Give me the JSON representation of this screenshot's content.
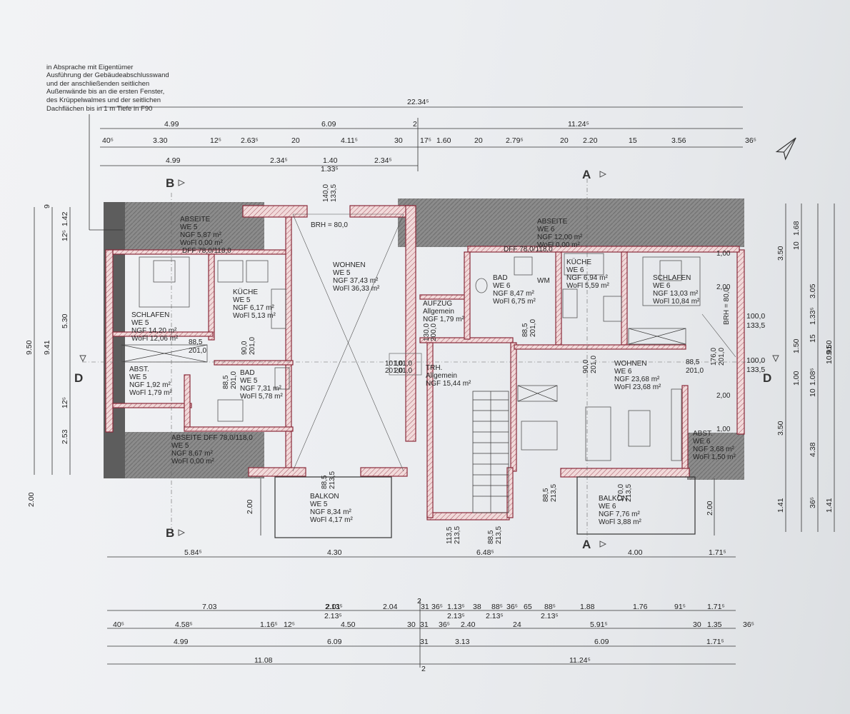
{
  "note_lines": [
    "in Absprache mit Eigentümer",
    "Ausführung der Gebäudeabschlusswand",
    "und der anschließenden seitlichen",
    "Außenwände bis an die ersten Fenster,",
    "des Krüppelwalmes und der seitlichen",
    "Dachflächen bis in 1 m Tiefe in F90"
  ],
  "section_markers": {
    "a_top": "A",
    "a_bottom": "A",
    "b_top": "B",
    "b_bottom": "B",
    "d_left": "D",
    "d_right": "D"
  },
  "dims_top": {
    "row1": [
      {
        "t": "22.34⁵"
      }
    ],
    "row2": [
      {
        "t": "4.99"
      },
      {
        "t": "6.09"
      },
      {
        "t": "11.24⁵"
      }
    ],
    "row3": [
      {
        "t": "40⁵"
      },
      {
        "t": "3.30"
      },
      {
        "t": "12⁵"
      },
      {
        "t": "2.63⁵"
      },
      {
        "t": "20"
      },
      {
        "t": "4.11⁵"
      },
      {
        "t": "30"
      },
      {
        "t": "17⁵"
      },
      {
        "t": "1.60"
      },
      {
        "t": "20"
      },
      {
        "t": "2.79⁵"
      },
      {
        "t": "20"
      },
      {
        "t": "2.20"
      },
      {
        "t": "15"
      },
      {
        "t": "3.56"
      },
      {
        "t": "36⁵"
      }
    ],
    "row4": [
      {
        "t": "4.99"
      },
      {
        "t": "2.34⁵"
      },
      {
        "t": "1.40"
      },
      {
        "t": "2.34⁵"
      },
      {
        "t": "1.33⁵"
      }
    ],
    "mid_axis": "2"
  },
  "dims_bottom": {
    "row0": [
      {
        "t": "5.84⁵"
      },
      {
        "t": "4.30"
      },
      {
        "t": "6.48⁵"
      },
      {
        "t": "4.00"
      },
      {
        "t": "1.71⁵"
      }
    ],
    "row1": [
      {
        "t": "7.03"
      },
      {
        "t": "2.01"
      },
      {
        "t": "2.13⁵"
      },
      {
        "t": "2.04"
      },
      {
        "t": "31"
      },
      {
        "t": "36⁵"
      },
      {
        "t": "1.13⁵"
      },
      {
        "t": "38"
      },
      {
        "t": "88⁵"
      },
      {
        "t": "36⁵"
      },
      {
        "t": "65"
      },
      {
        "t": "88⁵"
      },
      {
        "t": "1.88"
      },
      {
        "t": "1.76"
      },
      {
        "t": "91⁵"
      },
      {
        "t": "1.71⁵"
      }
    ],
    "row1b": [
      {
        "t": "2.13⁵"
      },
      {
        "t": "2.13⁵"
      },
      {
        "t": "2.13⁵"
      },
      {
        "t": "2.13⁵"
      }
    ],
    "row2": [
      {
        "t": "40⁵"
      },
      {
        "t": "4.58⁵"
      },
      {
        "t": "1.16⁵"
      },
      {
        "t": "12⁵"
      },
      {
        "t": "4.50"
      },
      {
        "t": "30"
      },
      {
        "t": "31"
      },
      {
        "t": "36⁵"
      },
      {
        "t": "2.40"
      },
      {
        "t": "24"
      },
      {
        "t": "5.91⁵"
      },
      {
        "t": "30"
      },
      {
        "t": "1.35"
      },
      {
        "t": "36⁵"
      }
    ],
    "row3": [
      {
        "t": "4.99"
      },
      {
        "t": "6.09"
      },
      {
        "t": "31"
      },
      {
        "t": "3.13"
      },
      {
        "t": "6.09"
      },
      {
        "t": "1.71⁵"
      }
    ],
    "row4": [
      {
        "t": "11.08"
      },
      {
        "t": "11.24⁵"
      }
    ],
    "axis2a": "2",
    "axis2b": "2"
  },
  "dims_left": {
    "outer": [
      {
        "t": "9.50"
      },
      {
        "t": "9.41"
      }
    ],
    "inner": [
      {
        "t": "5.30"
      },
      {
        "t": "2.53"
      },
      {
        "t": "12⁵"
      },
      {
        "t": "1.42"
      },
      {
        "t": "9"
      },
      {
        "t": "12⁵"
      },
      {
        "t": "2.00"
      }
    ],
    "balcony": [
      {
        "t": "2.00"
      }
    ]
  },
  "dims_right": {
    "cols": [
      {
        "t": "3.50"
      },
      {
        "t": "3.05"
      },
      {
        "t": "3.50"
      },
      {
        "t": "1.41"
      },
      {
        "t": "1.68"
      },
      {
        "t": "10"
      },
      {
        "t": "1.33⁵"
      },
      {
        "t": "15"
      },
      {
        "t": "1.50"
      },
      {
        "t": "1.00"
      },
      {
        "t": "1.08⁵"
      },
      {
        "t": "10"
      },
      {
        "t": "4.38"
      },
      {
        "t": "36⁵"
      },
      {
        "t": "9.50"
      },
      {
        "t": "10.91"
      },
      {
        "t": "1.41"
      },
      {
        "t": "2.00"
      }
    ],
    "openings": [
      {
        "t": "100,0"
      },
      {
        "t": "133,5"
      },
      {
        "t": "100,0"
      },
      {
        "t": "133,5"
      }
    ]
  },
  "rooms": {
    "abseite5_top": [
      "ABSEITE",
      "WE 5",
      "NGF 5,87 m²",
      "WoFl 0,00 m²"
    ],
    "abseite6_top": [
      "ABSEITE",
      "WE 6",
      "NGF 12,00 m²",
      "WoFl 0,00 m²"
    ],
    "schlafen5": [
      "SCHLAFEN",
      "WE 5",
      "NGF 14,20 m²",
      "WoFl 12,06 m²"
    ],
    "kueche5": [
      "KÜCHE",
      "WE 5",
      "NGF 6,17 m²",
      "WoFl 5,13 m²"
    ],
    "wohnen5": [
      "WOHNEN",
      "WE 5",
      "NGF 37,43 m²",
      "WoFl 36,33 m²"
    ],
    "aufzug": [
      "AUFZUG",
      "Allgemein",
      "NGF 1,79 m²"
    ],
    "bad6": [
      "BAD",
      "WE 6",
      "NGF 8,47 m²",
      "WoFl 6,75 m²"
    ],
    "kueche6": [
      "KÜCHE",
      "WE 6",
      "NGF 6,94 m²",
      "WoFl 5,59 m²"
    ],
    "schlafen6": [
      "SCHLAFEN",
      "WE 6",
      "NGF 13,03 m²",
      "WoFl 10,84 m²"
    ],
    "abst5": [
      "ABST.",
      "WE 5",
      "NGF 1,92 m²",
      "WoFl 1,79 m²"
    ],
    "bad5": [
      "BAD",
      "WE 5",
      "NGF 7,31 m²",
      "WoFl 5,78 m²"
    ],
    "trh": [
      "TRH.",
      "Allgemein",
      "NGF 15,44 m²"
    ],
    "wohnen6": [
      "WOHNEN",
      "WE 6",
      "NGF 23,68 m²",
      "WoFl 23,68 m²"
    ],
    "abseite5_bottom": [
      "ABSEITE DFF 78,0/118,0",
      "WE 5",
      "NGF 8,67 m²",
      "WoFl 0,00 m²"
    ],
    "abst6": [
      "ABST.",
      "WE 6",
      "NGF 3,68 m²",
      "WoFl 1,50 m²"
    ],
    "balkon5": [
      "BALKON",
      "WE 5",
      "NGF 8,34 m²",
      "WoFl 4,17 m²"
    ],
    "balkon6": [
      "BALKON",
      "WE 6",
      "NGF 7,76 m²",
      "WoFl 3,88 m²"
    ]
  },
  "labels": {
    "brh": "BRH = 80,0",
    "dff_left": "DFF 78,0/118,0",
    "dff_right": "DFF 78,0/118,0",
    "wm": "WM",
    "brh_right": "BRH = 80,0",
    "openings": [
      {
        "t": "140,0"
      },
      {
        "t": "133,5"
      },
      {
        "t": "88,5"
      },
      {
        "t": "201,0"
      },
      {
        "t": "90,0"
      },
      {
        "t": "201,0"
      },
      {
        "t": "88,5"
      },
      {
        "t": "201,0"
      },
      {
        "t": "130,0"
      },
      {
        "t": "200,0"
      },
      {
        "t": "101,0"
      },
      {
        "t": "201,0"
      },
      {
        "t": "101,0"
      },
      {
        "t": "201,0"
      },
      {
        "t": "88,5"
      },
      {
        "t": "201,0"
      },
      {
        "t": "90,0"
      },
      {
        "t": "201,0"
      },
      {
        "t": "88,5"
      },
      {
        "t": "201,0"
      },
      {
        "t": "176,0"
      },
      {
        "t": "201,0"
      },
      {
        "t": "88,5"
      },
      {
        "t": "213,5"
      },
      {
        "t": "170,0"
      },
      {
        "t": "213,5"
      },
      {
        "t": "113,5"
      },
      {
        "t": "213,5"
      },
      {
        "t": "88,5"
      },
      {
        "t": "213,5"
      },
      {
        "t": "88,5"
      },
      {
        "t": "213,5"
      },
      {
        "t": "1,00"
      },
      {
        "t": "2,00"
      },
      {
        "t": "2,00"
      },
      {
        "t": "1,00"
      }
    ]
  }
}
